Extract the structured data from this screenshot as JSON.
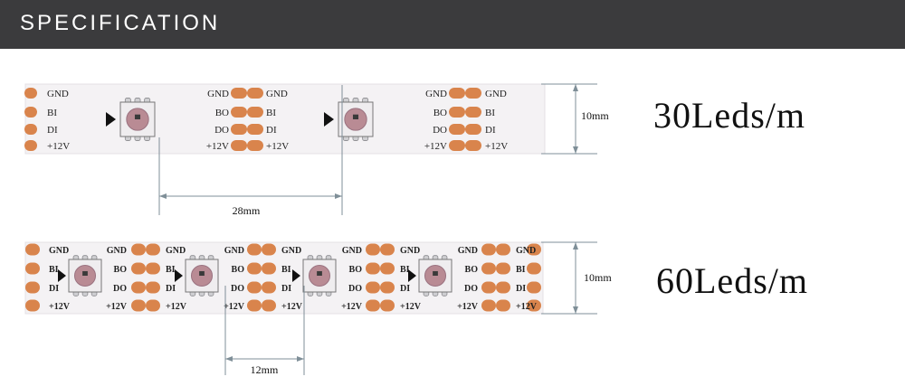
{
  "header": {
    "title": "SPECIFICATION"
  },
  "colors": {
    "header_bg": "#3b3b3d",
    "strip_bg": "#f4f2f4",
    "pad": "#d9844c",
    "led_body": "#efedef",
    "led_lens": "#b98b94",
    "dimension_line": "#7f8f98"
  },
  "strips": [
    {
      "name": "30-leds-per-meter",
      "density_label": "30Leds/m",
      "width_label": "10mm",
      "spacing_label": "28mm",
      "left_pads": [
        "GND",
        "BI",
        "DI",
        "+12V"
      ],
      "right_pads": [
        "GND",
        "BO",
        "DO",
        "+12V"
      ]
    },
    {
      "name": "60-leds-per-meter",
      "density_label": "60Leds/m",
      "width_label": "10mm",
      "spacing_label": "12mm",
      "left_pads": [
        "GND",
        "BI",
        "DI",
        "+12V"
      ],
      "right_pads": [
        "GND",
        "BO",
        "DO",
        "+12V"
      ]
    }
  ]
}
